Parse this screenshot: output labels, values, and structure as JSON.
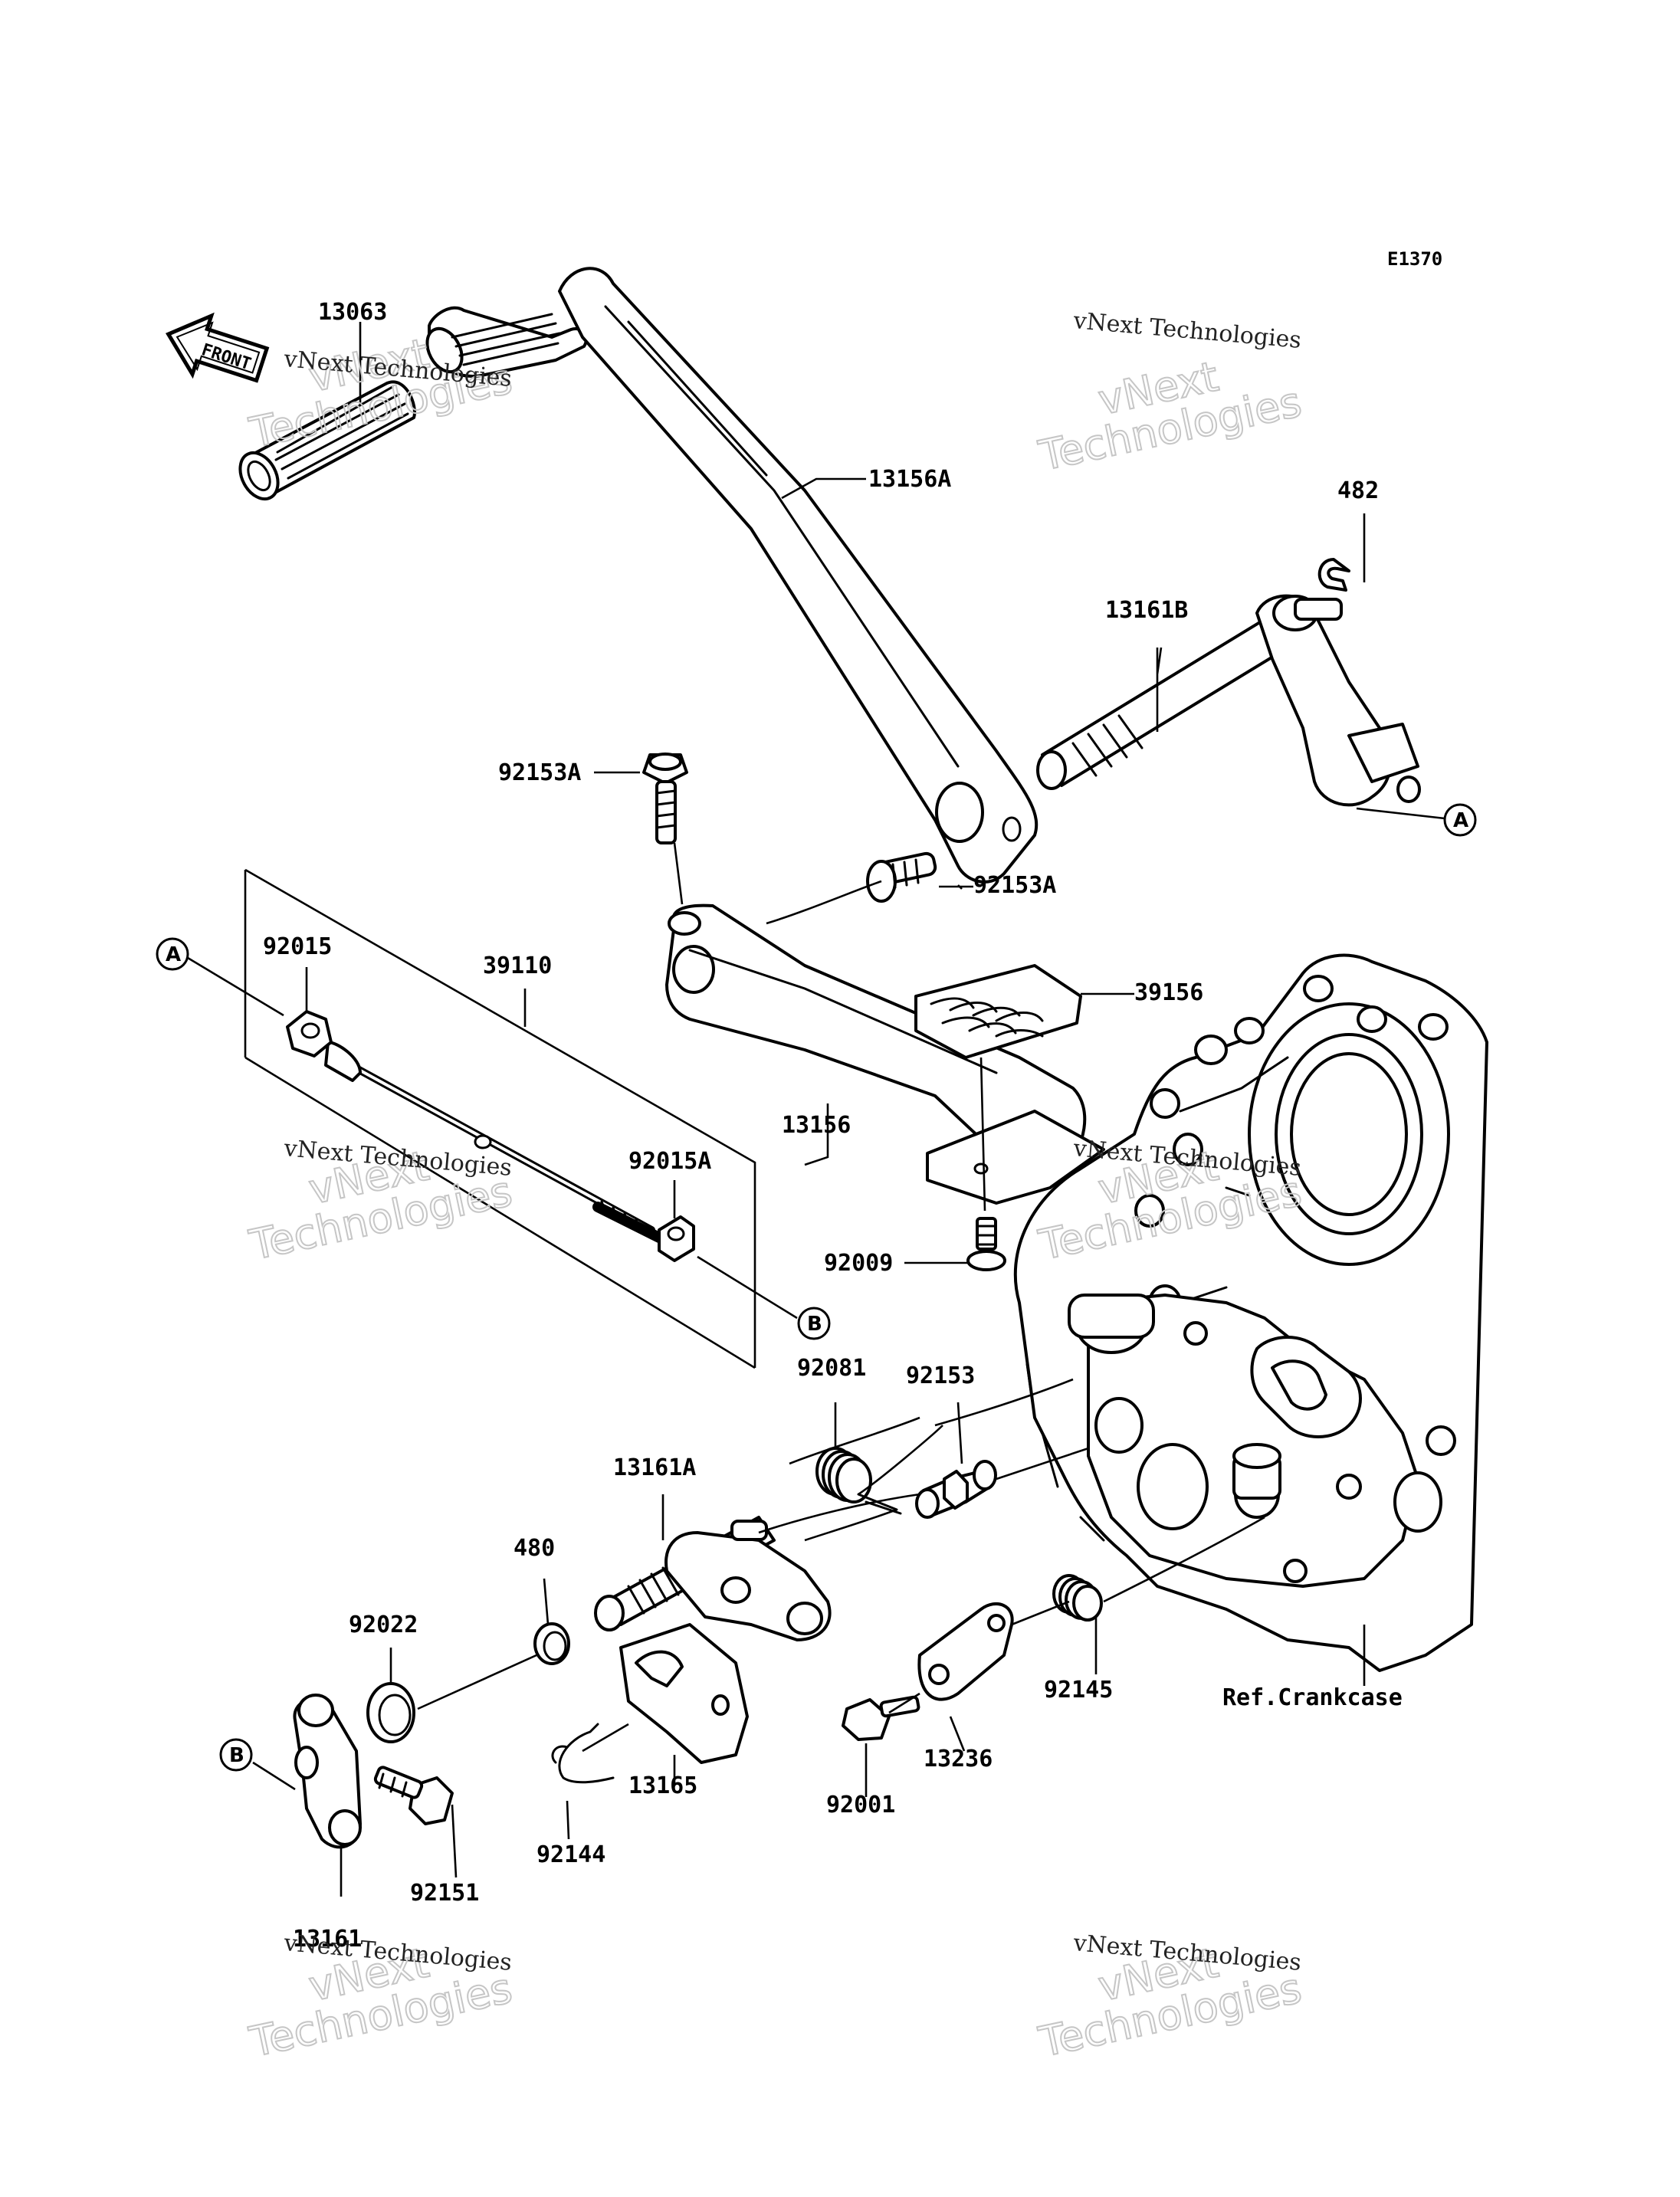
{
  "diagram_code": "E1370",
  "front_label": "FRONT",
  "reference_label": "Ref.Crankcase",
  "watermark": {
    "line1": "vNext",
    "line2": "Technologies",
    "small": "vNext Technologies"
  },
  "parts": [
    {
      "id": "p13063",
      "number": "13063"
    },
    {
      "id": "p13156A",
      "number": "13156A"
    },
    {
      "id": "p482",
      "number": "482"
    },
    {
      "id": "p13161B",
      "number": "13161B"
    },
    {
      "id": "p92153A_1",
      "number": "92153A"
    },
    {
      "id": "p92153A_2",
      "number": "92153A"
    },
    {
      "id": "p92015",
      "number": "92015"
    },
    {
      "id": "p39110",
      "number": "39110"
    },
    {
      "id": "p39156",
      "number": "39156"
    },
    {
      "id": "p13156",
      "number": "13156"
    },
    {
      "id": "p92015A",
      "number": "92015A"
    },
    {
      "id": "p92009",
      "number": "92009"
    },
    {
      "id": "p92081",
      "number": "92081"
    },
    {
      "id": "p92153",
      "number": "92153"
    },
    {
      "id": "p13161A",
      "number": "13161A"
    },
    {
      "id": "p480",
      "number": "480"
    },
    {
      "id": "p92022",
      "number": "92022"
    },
    {
      "id": "p92145",
      "number": "92145"
    },
    {
      "id": "p13236",
      "number": "13236"
    },
    {
      "id": "p13165",
      "number": "13165"
    },
    {
      "id": "p92001",
      "number": "92001"
    },
    {
      "id": "p92144",
      "number": "92144"
    },
    {
      "id": "p92151",
      "number": "92151"
    },
    {
      "id": "p13161",
      "number": "13161"
    }
  ],
  "callouts": {
    "a": "A",
    "b": "B"
  }
}
